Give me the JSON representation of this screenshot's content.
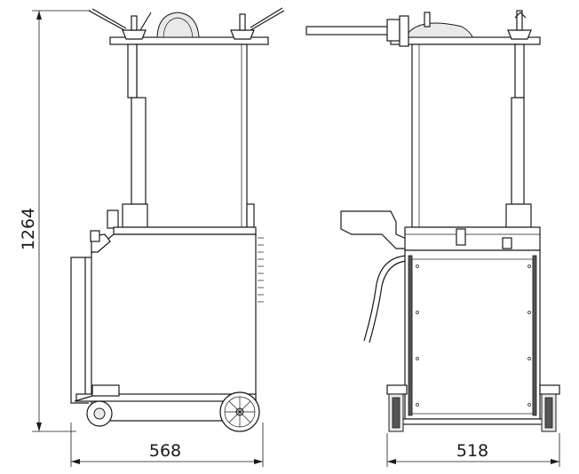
{
  "dimensions": {
    "height_label": "1264",
    "side_width_label": "568",
    "front_width_label": "518"
  }
}
